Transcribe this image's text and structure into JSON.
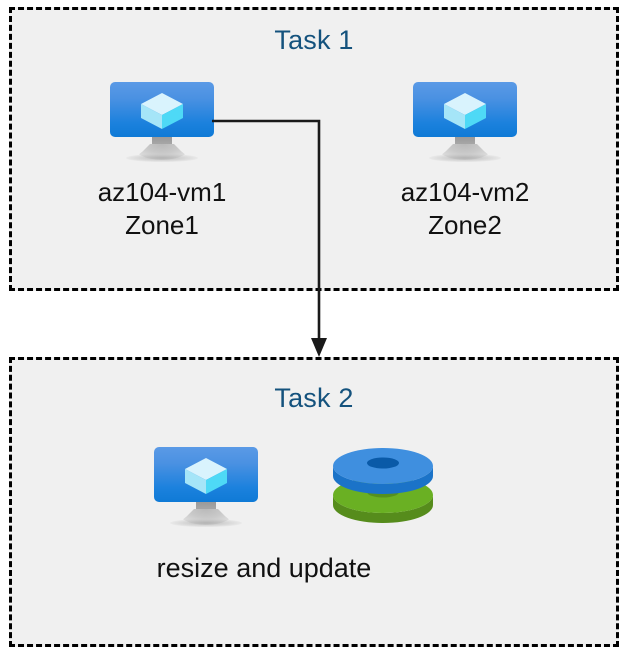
{
  "diagram": {
    "title": "Azure VM tasks diagram",
    "background_color": "#ffffff",
    "box_fill_color": "#f0f0f0",
    "box_border_color": "#000000",
    "title_color": "#14527d",
    "label_color": "#111111",
    "connector_color": "#1a1a1a"
  },
  "task1": {
    "title": "Task 1",
    "vms": [
      {
        "icon": "virtual-machine-icon",
        "label": "az104-vm1\nZone1",
        "name": "az104-vm1",
        "zone": "Zone1"
      },
      {
        "icon": "virtual-machine-icon",
        "label": "az104-vm2\nZone2",
        "name": "az104-vm2",
        "zone": "Zone2"
      }
    ]
  },
  "task2": {
    "title": "Task 2",
    "caption": "resize and update",
    "icons": [
      {
        "icon": "virtual-machine-icon",
        "name": "virtual-machine"
      },
      {
        "icon": "managed-disks-icon",
        "name": "managed-disks"
      }
    ]
  },
  "connector": {
    "from": "az104-vm1",
    "to": "Task 2",
    "arrow": "down-arrow"
  },
  "palette": {
    "vm_screen_top": "#5b9ae6",
    "vm_screen_bottom": "#0f7ad6",
    "cube_top": "#d6f2fd",
    "cube_left": "#9fe2f7",
    "cube_right": "#4ad8f5",
    "disk_blue_top": "#3f8fdf",
    "disk_blue_rim": "#1b73c8",
    "disk_blue_hole": "#0a5aa8",
    "disk_green_top": "#6ab023",
    "disk_green_rim": "#568c1c",
    "disk_green_hole": "#55901e",
    "monitor_stand": "#c9c9c9"
  }
}
